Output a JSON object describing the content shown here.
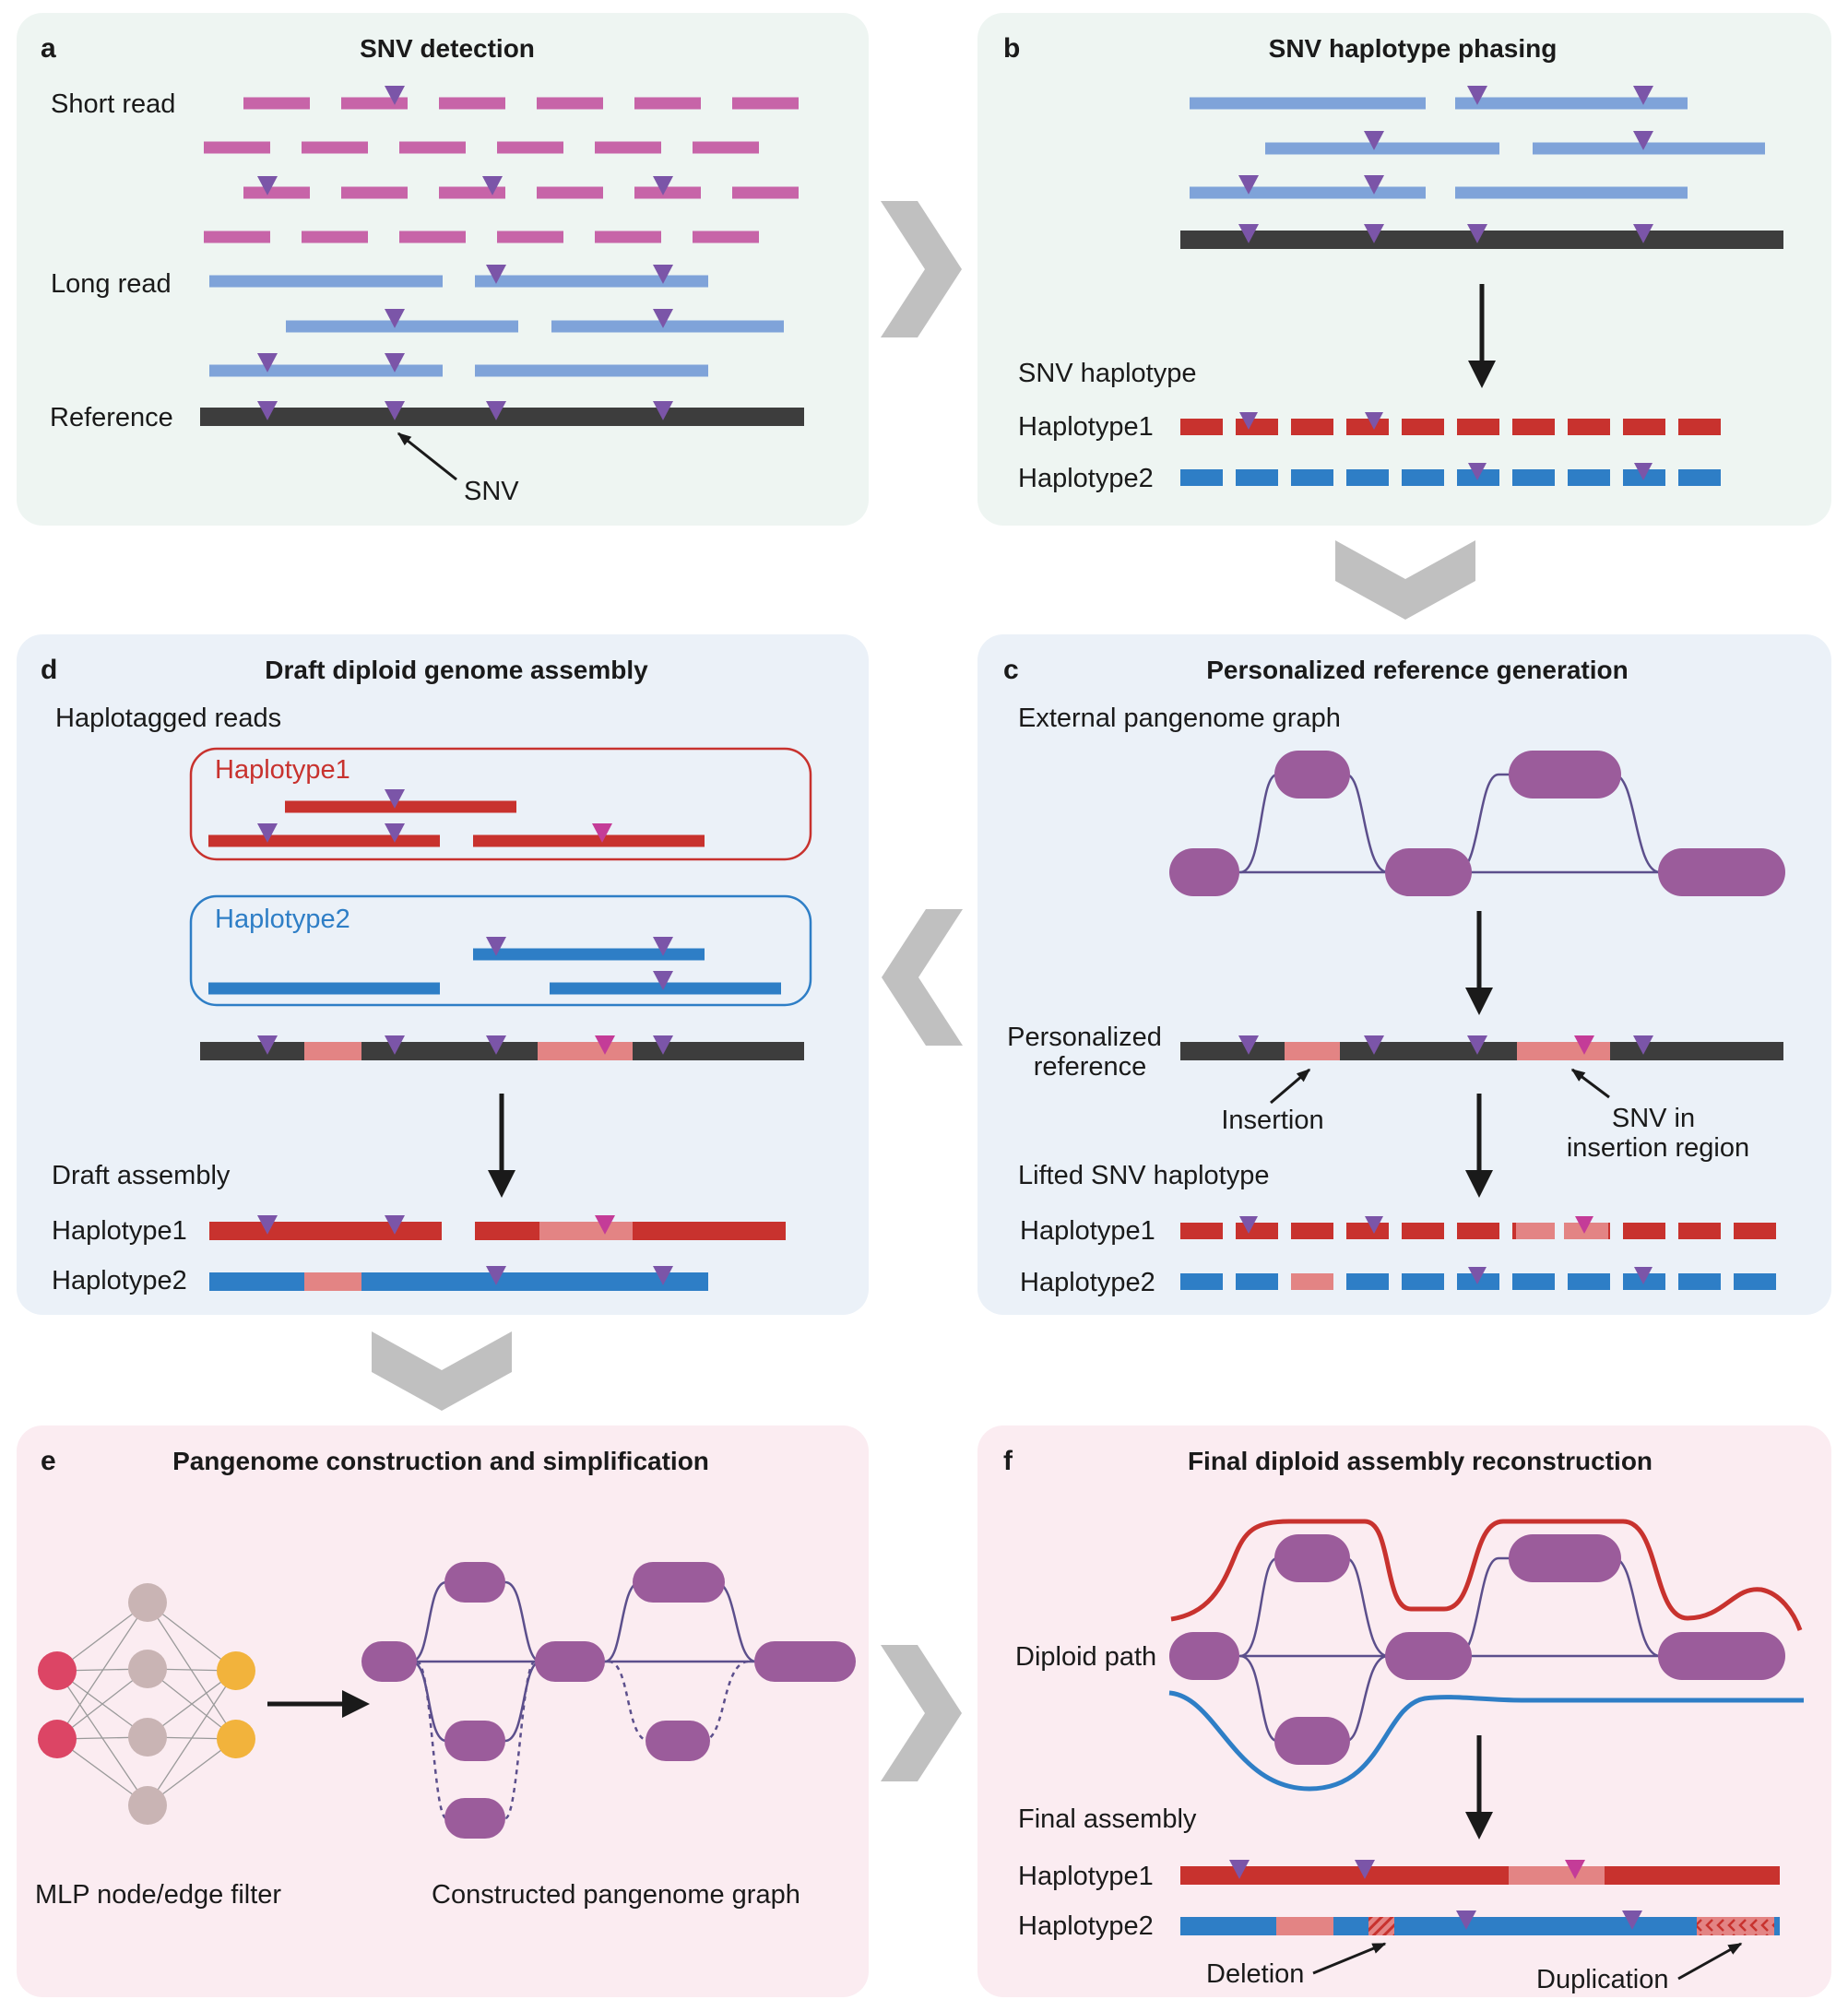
{
  "colors": {
    "panel_green": "#eef5f2",
    "panel_blue": "#ebf1f8",
    "panel_pink": "#fbecf1",
    "short_read": "#c764a8",
    "long_read": "#7fa3d9",
    "reference": "#3d3d3d",
    "snv_marker": "#7b55a8",
    "snv_insertion_marker": "#c43c98",
    "haplotype1": "#c8322e",
    "haplotype2": "#2e7ec6",
    "insertion": "#e38484",
    "graph_node": "#9b5c9b",
    "graph_edge": "#5c4f8c",
    "mlp_input": "#dc4565",
    "mlp_hidden": "#c9b4b4",
    "mlp_output": "#f2b33c",
    "flow_arrow": "#c0c0c0"
  },
  "panels": {
    "a": {
      "letter": "a",
      "title": "SNV detection",
      "short_read": "Short read",
      "long_read": "Long read",
      "reference": "Reference",
      "snv": "SNV"
    },
    "b": {
      "letter": "b",
      "title": "SNV haplotype phasing",
      "snv_haplotype": "SNV haplotype",
      "haplotype1": "Haplotype1",
      "haplotype2": "Haplotype2"
    },
    "c": {
      "letter": "c",
      "title": "Personalized reference generation",
      "external_graph": "External pangenome graph",
      "personalized_1": "Personalized",
      "personalized_2": "reference",
      "insertion": "Insertion",
      "snv_insertion_1": "SNV in",
      "snv_insertion_2": "insertion region",
      "lifted": "Lifted SNV haplotype",
      "haplotype1": "Haplotype1",
      "haplotype2": "Haplotype2"
    },
    "d": {
      "letter": "d",
      "title": "Draft diploid genome assembly",
      "haplotagged": "Haplotagged reads",
      "box1": "Haplotype1",
      "box2": "Haplotype2",
      "draft": "Draft assembly",
      "haplotype1": "Haplotype1",
      "haplotype2": "Haplotype2"
    },
    "e": {
      "letter": "e",
      "title": "Pangenome construction and simplification",
      "mlp": "MLP node/edge filter",
      "constructed": "Constructed pangenome graph"
    },
    "f": {
      "letter": "f",
      "title": "Final diploid assembly reconstruction",
      "diploid_path": "Diploid path",
      "final": "Final assembly",
      "haplotype1": "Haplotype1",
      "haplotype2": "Haplotype2",
      "deletion": "Deletion",
      "duplication": "Duplication"
    }
  }
}
